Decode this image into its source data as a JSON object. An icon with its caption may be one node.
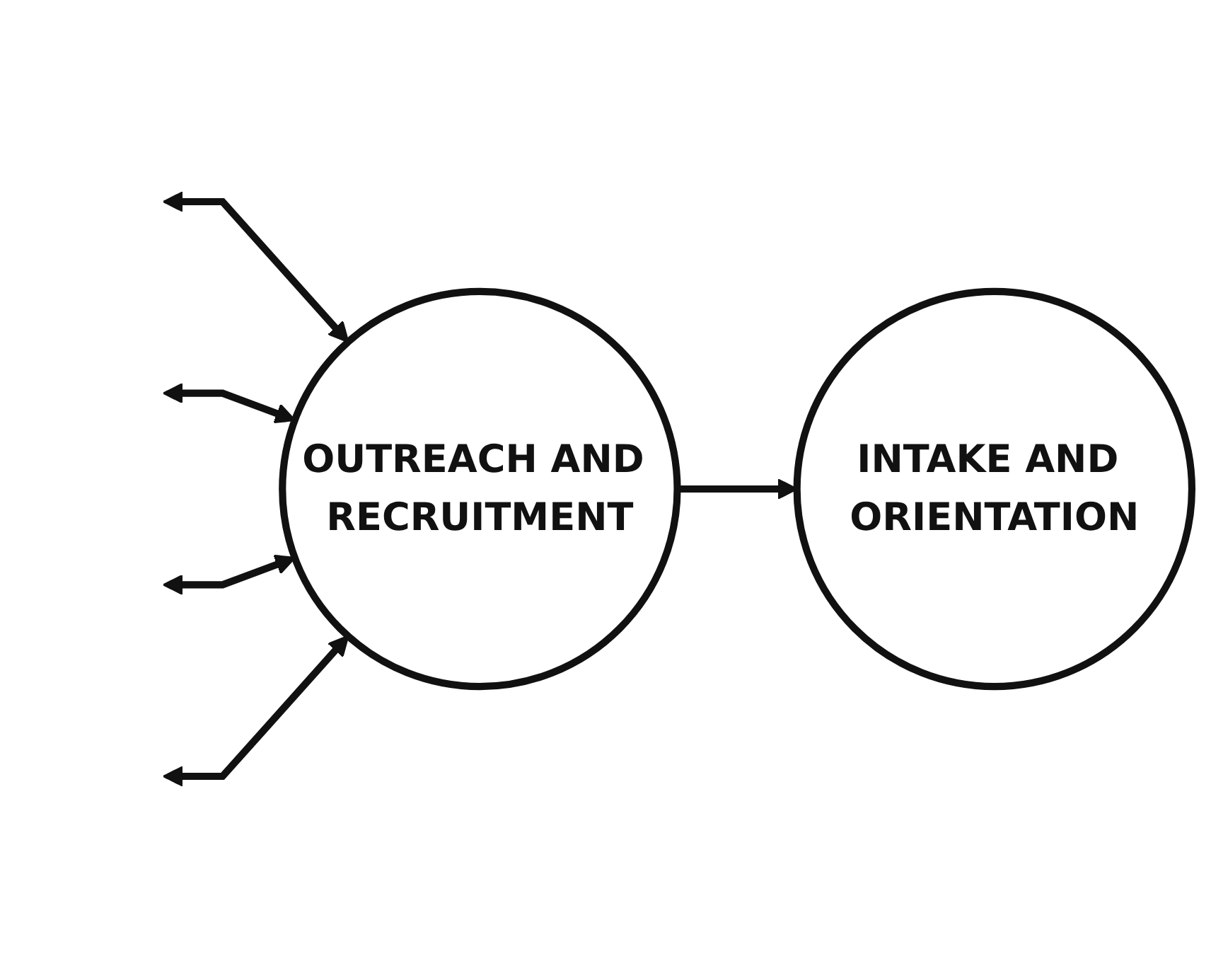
{
  "diagram": {
    "nodes": [
      {
        "text": [
          "OUTREACH AND RECRUITMENT"
        ]
      },
      {
        "text": [
          "INTAKE AND ORIENTATION"
        ]
      }
    ],
    "edges": [
      {
        "from": null,
        "to": 0,
        "arrow": "both"
      },
      {
        "from": null,
        "to": 0,
        "arrow": "both"
      },
      {
        "from": 0,
        "to": 1,
        "arrow": "to"
      },
      {
        "from": null,
        "to": 0,
        "arrow": "both"
      },
      {
        "from": null,
        "to": 0,
        "arrow": "both"
      }
    ]
  }
}
